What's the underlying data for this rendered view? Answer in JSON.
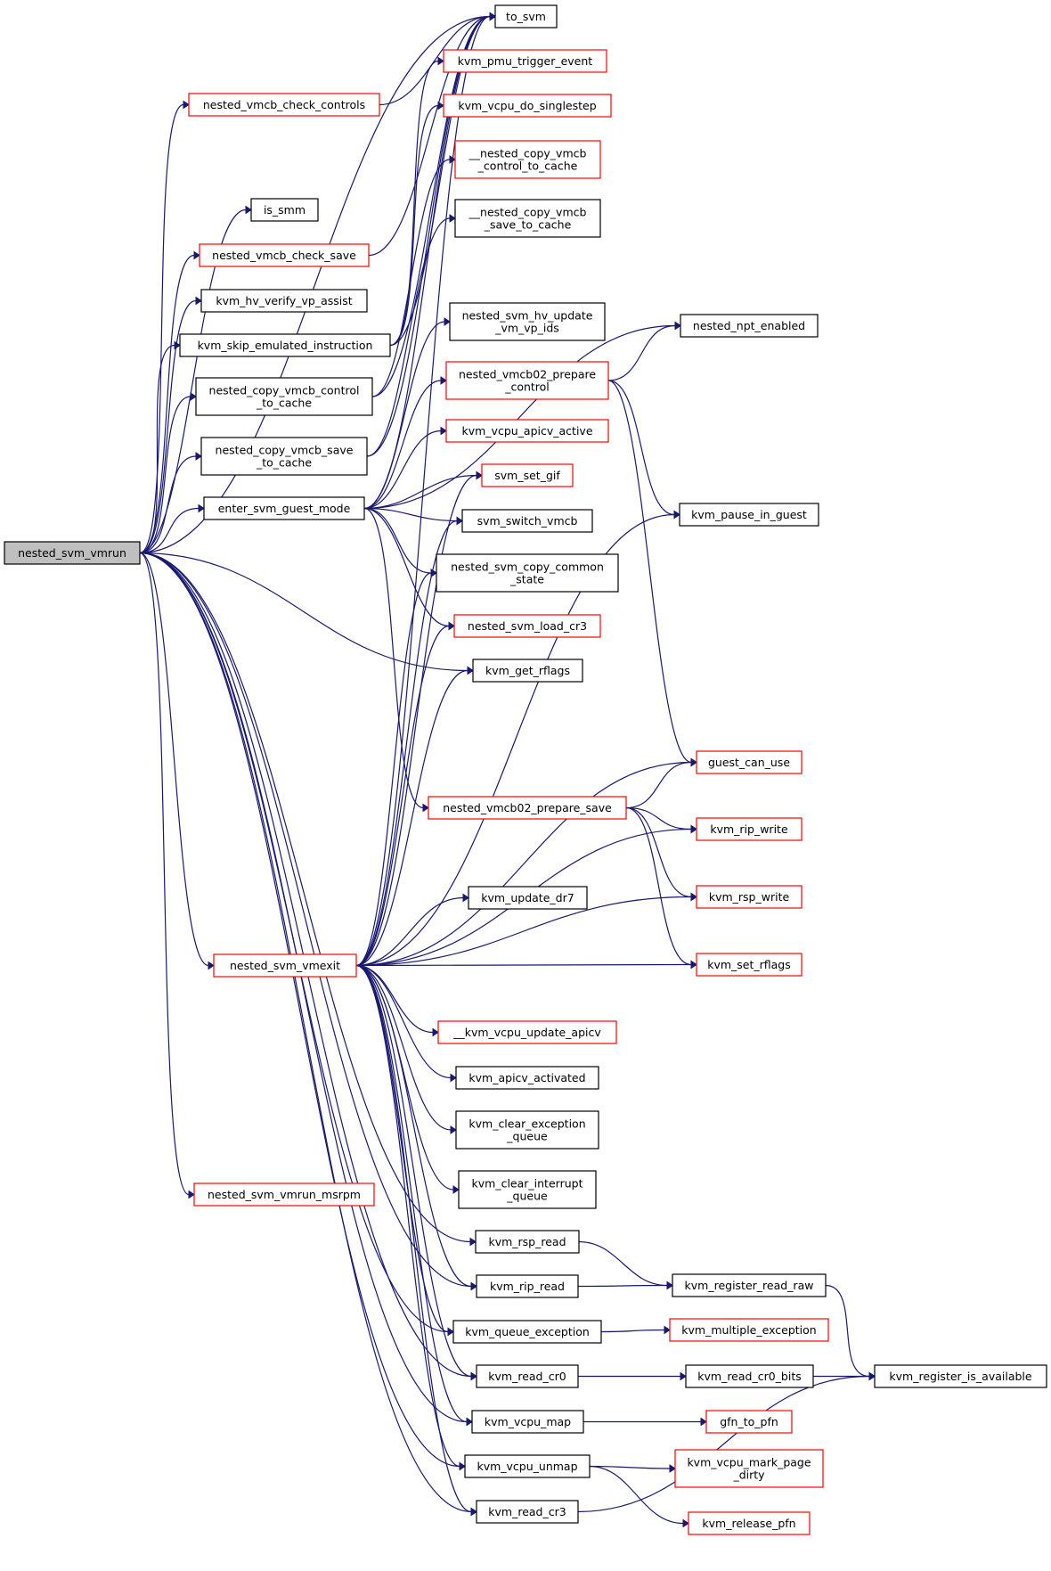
{
  "chart_data": {
    "type": "diagram",
    "diagram_kind": "call-graph",
    "colors": {
      "edge": "#191970",
      "red_border": "#ff0000",
      "black_border": "#000000",
      "root_fill": "#bfbfbf"
    },
    "nodes": [
      {
        "id": "nested_svm_vmrun",
        "lines": [
          "nested_svm_vmrun"
        ],
        "style": "root"
      },
      {
        "id": "to_svm",
        "lines": [
          "to_svm"
        ],
        "style": "black"
      },
      {
        "id": "nested_vmcb_check_controls",
        "lines": [
          "nested_vmcb_check_controls"
        ],
        "style": "red"
      },
      {
        "id": "is_smm",
        "lines": [
          "is_smm"
        ],
        "style": "black"
      },
      {
        "id": "nested_vmcb_check_save",
        "lines": [
          "nested_vmcb_check_save"
        ],
        "style": "red"
      },
      {
        "id": "kvm_hv_verify_vp_assist",
        "lines": [
          "kvm_hv_verify_vp_assist"
        ],
        "style": "black"
      },
      {
        "id": "kvm_skip_emulated_instruction",
        "lines": [
          "kvm_skip_emulated_instruction"
        ],
        "style": "black"
      },
      {
        "id": "nested_copy_vmcb_control_to_cache",
        "lines": [
          "nested_copy_vmcb_control",
          "_to_cache"
        ],
        "style": "black"
      },
      {
        "id": "nested_copy_vmcb_save_to_cache",
        "lines": [
          "nested_copy_vmcb_save",
          "_to_cache"
        ],
        "style": "black"
      },
      {
        "id": "enter_svm_guest_mode",
        "lines": [
          "enter_svm_guest_mode"
        ],
        "style": "black"
      },
      {
        "id": "nested_svm_vmexit",
        "lines": [
          "nested_svm_vmexit"
        ],
        "style": "red"
      },
      {
        "id": "nested_svm_vmrun_msrpm",
        "lines": [
          "nested_svm_vmrun_msrpm"
        ],
        "style": "red"
      },
      {
        "id": "kvm_pmu_trigger_event",
        "lines": [
          "kvm_pmu_trigger_event"
        ],
        "style": "red"
      },
      {
        "id": "kvm_vcpu_do_singlestep",
        "lines": [
          "kvm_vcpu_do_singlestep"
        ],
        "style": "red"
      },
      {
        "id": "__nested_copy_vmcb_control_to_cache",
        "lines": [
          "__nested_copy_vmcb",
          "_control_to_cache"
        ],
        "style": "red"
      },
      {
        "id": "__nested_copy_vmcb_save_to_cache",
        "lines": [
          "__nested_copy_vmcb",
          "_save_to_cache"
        ],
        "style": "black"
      },
      {
        "id": "nested_svm_hv_update_vm_vp_ids",
        "lines": [
          "nested_svm_hv_update",
          "_vm_vp_ids"
        ],
        "style": "black"
      },
      {
        "id": "nested_vmcb02_prepare_control",
        "lines": [
          "nested_vmcb02_prepare",
          "_control"
        ],
        "style": "red"
      },
      {
        "id": "kvm_vcpu_apicv_active",
        "lines": [
          "kvm_vcpu_apicv_active"
        ],
        "style": "red"
      },
      {
        "id": "svm_set_gif",
        "lines": [
          "svm_set_gif"
        ],
        "style": "red"
      },
      {
        "id": "svm_switch_vmcb",
        "lines": [
          "svm_switch_vmcb"
        ],
        "style": "black"
      },
      {
        "id": "nested_svm_copy_common_state",
        "lines": [
          "nested_svm_copy_common",
          "_state"
        ],
        "style": "black"
      },
      {
        "id": "nested_svm_load_cr3",
        "lines": [
          "nested_svm_load_cr3"
        ],
        "style": "red"
      },
      {
        "id": "kvm_get_rflags",
        "lines": [
          "kvm_get_rflags"
        ],
        "style": "black"
      },
      {
        "id": "nested_vmcb02_prepare_save",
        "lines": [
          "nested_vmcb02_prepare_save"
        ],
        "style": "red"
      },
      {
        "id": "kvm_update_dr7",
        "lines": [
          "kvm_update_dr7"
        ],
        "style": "black"
      },
      {
        "id": "__kvm_vcpu_update_apicv",
        "lines": [
          "__kvm_vcpu_update_apicv"
        ],
        "style": "red"
      },
      {
        "id": "kvm_apicv_activated",
        "lines": [
          "kvm_apicv_activated"
        ],
        "style": "black"
      },
      {
        "id": "kvm_clear_exception_queue",
        "lines": [
          "kvm_clear_exception",
          "_queue"
        ],
        "style": "black"
      },
      {
        "id": "kvm_clear_interrupt_queue",
        "lines": [
          "kvm_clear_interrupt",
          "_queue"
        ],
        "style": "black"
      },
      {
        "id": "kvm_rsp_read",
        "lines": [
          "kvm_rsp_read"
        ],
        "style": "black"
      },
      {
        "id": "kvm_rip_read",
        "lines": [
          "kvm_rip_read"
        ],
        "style": "black"
      },
      {
        "id": "kvm_queue_exception",
        "lines": [
          "kvm_queue_exception"
        ],
        "style": "black"
      },
      {
        "id": "kvm_read_cr0",
        "lines": [
          "kvm_read_cr0"
        ],
        "style": "black"
      },
      {
        "id": "kvm_vcpu_map",
        "lines": [
          "kvm_vcpu_map"
        ],
        "style": "black"
      },
      {
        "id": "kvm_vcpu_unmap",
        "lines": [
          "kvm_vcpu_unmap"
        ],
        "style": "black"
      },
      {
        "id": "kvm_read_cr3",
        "lines": [
          "kvm_read_cr3"
        ],
        "style": "black"
      },
      {
        "id": "nested_npt_enabled",
        "lines": [
          "nested_npt_enabled"
        ],
        "style": "black"
      },
      {
        "id": "kvm_pause_in_guest",
        "lines": [
          "kvm_pause_in_guest"
        ],
        "style": "black"
      },
      {
        "id": "guest_can_use",
        "lines": [
          "guest_can_use"
        ],
        "style": "red"
      },
      {
        "id": "kvm_rip_write",
        "lines": [
          "kvm_rip_write"
        ],
        "style": "red"
      },
      {
        "id": "kvm_rsp_write",
        "lines": [
          "kvm_rsp_write"
        ],
        "style": "red"
      },
      {
        "id": "kvm_set_rflags",
        "lines": [
          "kvm_set_rflags"
        ],
        "style": "red"
      },
      {
        "id": "kvm_register_read_raw",
        "lines": [
          "kvm_register_read_raw"
        ],
        "style": "black"
      },
      {
        "id": "kvm_multiple_exception",
        "lines": [
          "kvm_multiple_exception"
        ],
        "style": "red"
      },
      {
        "id": "kvm_read_cr0_bits",
        "lines": [
          "kvm_read_cr0_bits"
        ],
        "style": "black"
      },
      {
        "id": "gfn_to_pfn",
        "lines": [
          "gfn_to_pfn"
        ],
        "style": "red"
      },
      {
        "id": "kvm_vcpu_mark_page_dirty",
        "lines": [
          "kvm_vcpu_mark_page",
          "_dirty"
        ],
        "style": "red"
      },
      {
        "id": "kvm_release_pfn",
        "lines": [
          "kvm_release_pfn"
        ],
        "style": "red"
      },
      {
        "id": "kvm_register_is_available",
        "lines": [
          "kvm_register_is_available"
        ],
        "style": "black"
      }
    ],
    "edges": [
      [
        "nested_svm_vmrun",
        "to_svm"
      ],
      [
        "nested_svm_vmrun",
        "nested_vmcb_check_controls"
      ],
      [
        "nested_svm_vmrun",
        "is_smm"
      ],
      [
        "nested_svm_vmrun",
        "nested_vmcb_check_save"
      ],
      [
        "nested_svm_vmrun",
        "kvm_hv_verify_vp_assist"
      ],
      [
        "nested_svm_vmrun",
        "kvm_skip_emulated_instruction"
      ],
      [
        "nested_svm_vmrun",
        "nested_copy_vmcb_control_to_cache"
      ],
      [
        "nested_svm_vmrun",
        "nested_copy_vmcb_save_to_cache"
      ],
      [
        "nested_svm_vmrun",
        "enter_svm_guest_mode"
      ],
      [
        "nested_svm_vmrun",
        "kvm_get_rflags"
      ],
      [
        "nested_svm_vmrun",
        "nested_svm_vmexit"
      ],
      [
        "nested_svm_vmrun",
        "nested_svm_vmrun_msrpm"
      ],
      [
        "nested_svm_vmrun",
        "kvm_rsp_read"
      ],
      [
        "nested_svm_vmrun",
        "kvm_rip_read"
      ],
      [
        "nested_svm_vmrun",
        "kvm_queue_exception"
      ],
      [
        "nested_svm_vmrun",
        "kvm_read_cr0"
      ],
      [
        "nested_svm_vmrun",
        "kvm_vcpu_map"
      ],
      [
        "nested_svm_vmrun",
        "kvm_vcpu_unmap"
      ],
      [
        "nested_svm_vmrun",
        "kvm_read_cr3"
      ],
      [
        "nested_vmcb_check_controls",
        "to_svm"
      ],
      [
        "nested_vmcb_check_save",
        "to_svm"
      ],
      [
        "kvm_skip_emulated_instruction",
        "to_svm"
      ],
      [
        "kvm_skip_emulated_instruction",
        "kvm_pmu_trigger_event"
      ],
      [
        "kvm_skip_emulated_instruction",
        "kvm_vcpu_do_singlestep"
      ],
      [
        "nested_copy_vmcb_control_to_cache",
        "to_svm"
      ],
      [
        "nested_copy_vmcb_control_to_cache",
        "__nested_copy_vmcb_control_to_cache"
      ],
      [
        "nested_copy_vmcb_save_to_cache",
        "to_svm"
      ],
      [
        "nested_copy_vmcb_save_to_cache",
        "__nested_copy_vmcb_save_to_cache"
      ],
      [
        "enter_svm_guest_mode",
        "to_svm"
      ],
      [
        "enter_svm_guest_mode",
        "nested_npt_enabled"
      ],
      [
        "enter_svm_guest_mode",
        "nested_svm_hv_update_vm_vp_ids"
      ],
      [
        "enter_svm_guest_mode",
        "nested_vmcb02_prepare_control"
      ],
      [
        "enter_svm_guest_mode",
        "kvm_vcpu_apicv_active"
      ],
      [
        "enter_svm_guest_mode",
        "svm_set_gif"
      ],
      [
        "enter_svm_guest_mode",
        "svm_switch_vmcb"
      ],
      [
        "enter_svm_guest_mode",
        "nested_svm_copy_common_state"
      ],
      [
        "enter_svm_guest_mode",
        "nested_svm_load_cr3"
      ],
      [
        "enter_svm_guest_mode",
        "nested_vmcb02_prepare_save"
      ],
      [
        "nested_vmcb02_prepare_control",
        "nested_npt_enabled"
      ],
      [
        "nested_vmcb02_prepare_control",
        "kvm_pause_in_guest"
      ],
      [
        "nested_vmcb02_prepare_control",
        "guest_can_use"
      ],
      [
        "nested_vmcb02_prepare_save",
        "guest_can_use"
      ],
      [
        "nested_vmcb02_prepare_save",
        "kvm_rip_write"
      ],
      [
        "nested_vmcb02_prepare_save",
        "kvm_rsp_write"
      ],
      [
        "nested_vmcb02_prepare_save",
        "kvm_set_rflags"
      ],
      [
        "nested_svm_vmexit",
        "to_svm"
      ],
      [
        "nested_svm_vmexit",
        "svm_set_gif"
      ],
      [
        "nested_svm_vmexit",
        "svm_switch_vmcb"
      ],
      [
        "nested_svm_vmexit",
        "nested_svm_copy_common_state"
      ],
      [
        "nested_svm_vmexit",
        "nested_svm_load_cr3"
      ],
      [
        "nested_svm_vmexit",
        "kvm_get_rflags"
      ],
      [
        "nested_svm_vmexit",
        "kvm_pause_in_guest"
      ],
      [
        "nested_svm_vmexit",
        "guest_can_use"
      ],
      [
        "nested_svm_vmexit",
        "kvm_rip_write"
      ],
      [
        "nested_svm_vmexit",
        "kvm_update_dr7"
      ],
      [
        "nested_svm_vmexit",
        "kvm_rsp_write"
      ],
      [
        "nested_svm_vmexit",
        "kvm_set_rflags"
      ],
      [
        "nested_svm_vmexit",
        "__kvm_vcpu_update_apicv"
      ],
      [
        "nested_svm_vmexit",
        "kvm_apicv_activated"
      ],
      [
        "nested_svm_vmexit",
        "kvm_clear_exception_queue"
      ],
      [
        "nested_svm_vmexit",
        "kvm_clear_interrupt_queue"
      ],
      [
        "nested_svm_vmexit",
        "kvm_rip_read"
      ],
      [
        "nested_svm_vmexit",
        "kvm_queue_exception"
      ],
      [
        "nested_svm_vmexit",
        "kvm_read_cr0"
      ],
      [
        "nested_svm_vmexit",
        "kvm_vcpu_map"
      ],
      [
        "nested_svm_vmexit",
        "kvm_vcpu_unmap"
      ],
      [
        "nested_svm_vmexit",
        "kvm_read_cr3"
      ],
      [
        "kvm_rsp_read",
        "kvm_register_read_raw"
      ],
      [
        "kvm_rip_read",
        "kvm_register_read_raw"
      ],
      [
        "kvm_register_read_raw",
        "kvm_register_is_available"
      ],
      [
        "kvm_queue_exception",
        "kvm_multiple_exception"
      ],
      [
        "kvm_read_cr0",
        "kvm_read_cr0_bits"
      ],
      [
        "kvm_read_cr0_bits",
        "kvm_register_is_available"
      ],
      [
        "kvm_vcpu_map",
        "gfn_to_pfn"
      ],
      [
        "kvm_vcpu_unmap",
        "kvm_vcpu_mark_page_dirty"
      ],
      [
        "kvm_vcpu_unmap",
        "kvm_release_pfn"
      ],
      [
        "kvm_read_cr3",
        "kvm_register_is_available"
      ]
    ]
  }
}
